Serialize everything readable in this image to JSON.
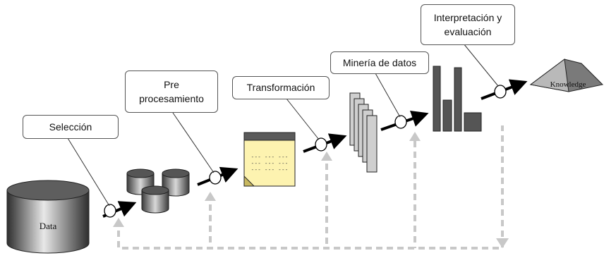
{
  "stages": {
    "seleccion": "Selección",
    "preprocesamiento_line1": "Pre",
    "preprocesamiento_line2": "procesamiento",
    "transformacion": "Transformación",
    "mineria": "Minería de datos",
    "interpretacion_line1": "Interpretación y",
    "interpretacion_line2": "evaluación"
  },
  "labels": {
    "data": "Data",
    "knowledge": "Knowledge",
    "note_lines": [
      "--- --- ---",
      "--- --- ---",
      "--- --- ---"
    ]
  },
  "colors": {
    "arrow": "#000000",
    "feedback": "#c8c8c8",
    "db_dark": "#3a3a3a",
    "db_light": "#e6e6e6",
    "note_fill": "#fdf3b0",
    "note_header": "#5a5a5a",
    "bar_fill": "#555555"
  }
}
